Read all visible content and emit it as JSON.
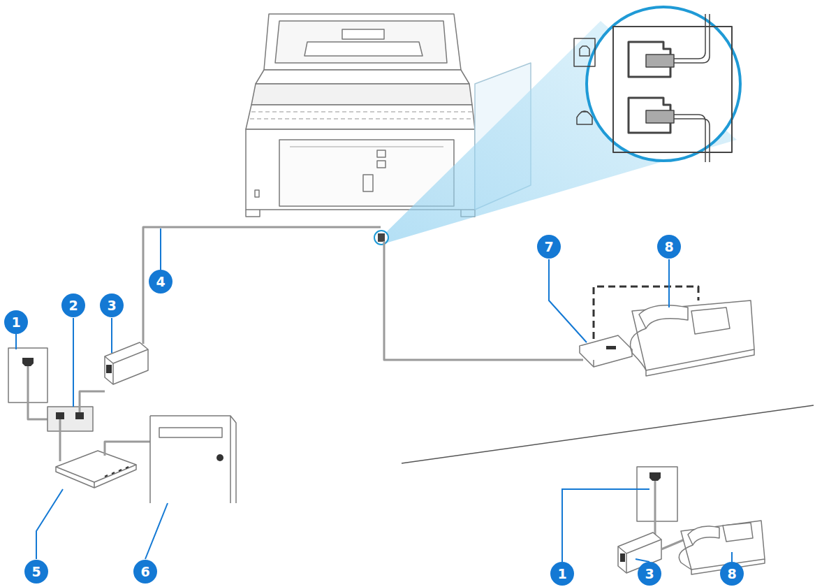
{
  "diagram": {
    "labels": [
      "1",
      "2",
      "3",
      "4",
      "5",
      "6",
      "7",
      "8",
      "1",
      "3",
      "8"
    ]
  }
}
